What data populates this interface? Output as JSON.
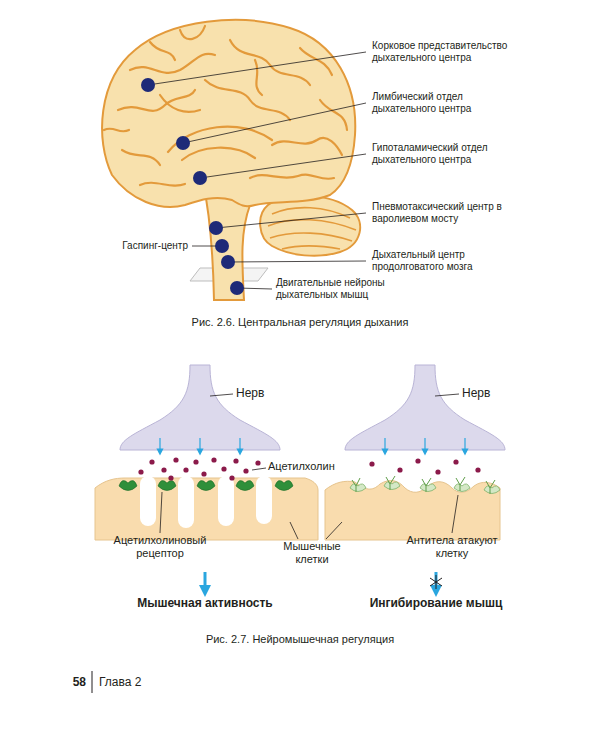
{
  "diagram": {
    "labels": [
      "Корковое представительство дыхательного центра",
      "Лимбический отдел дыхательного центра",
      "Гипоталамический отдел дыхательного центра",
      "Пневмотаксический центр в варолиевом мосту",
      "Гаспинг-центр",
      "Дыхательный центр продолговатого мозга",
      "Двигательные нейроны дыхательных мышц",
      "Рис. 2.6. Центральная регуляция дыхания",
      "Нерв",
      "Нерв",
      "Ацетилхолин",
      "Ацетилхолиновый рецептор",
      "Мышечные клетки",
      "Антитела атакуют клетку",
      "Мышечная активность",
      "Ингибирование мышц",
      "Рис. 2.7. Нейромышечная регуляция",
      "58",
      "Глава 2"
    ]
  }
}
